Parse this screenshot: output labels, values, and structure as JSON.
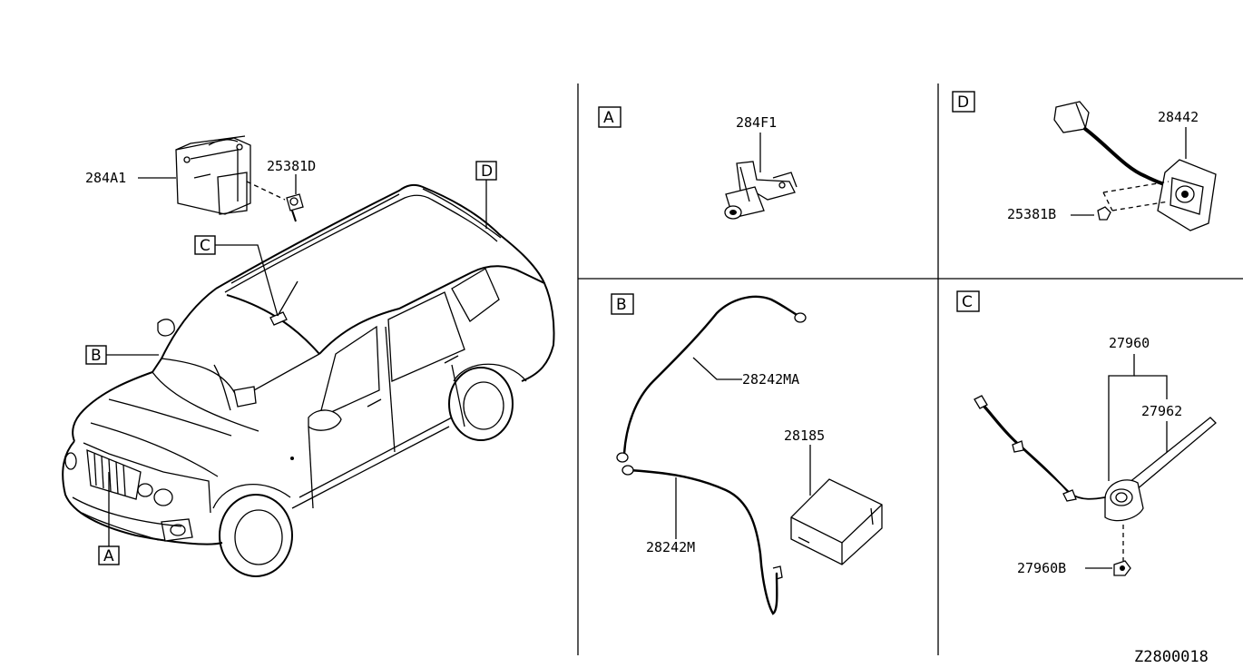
{
  "diagram_id": "Z2800018",
  "view_markers": {
    "main_a": "A",
    "main_b": "B",
    "main_c": "C",
    "main_d": "D"
  },
  "panels": {
    "a": {
      "label": "A",
      "parts": {
        "p284f1": "284F1"
      }
    },
    "b": {
      "label": "B",
      "parts": {
        "p28242ma": "28242MA",
        "p28185": "28185",
        "p28242m": "28242M"
      }
    },
    "c": {
      "label": "C",
      "parts": {
        "p27960": "27960",
        "p27962": "27962",
        "p27960b": "27960B"
      }
    },
    "d": {
      "label": "D",
      "parts": {
        "p28442": "28442",
        "p25381b": "25381B"
      }
    }
  },
  "main_parts": {
    "p284a1": "284A1",
    "p25381d": "25381D"
  }
}
